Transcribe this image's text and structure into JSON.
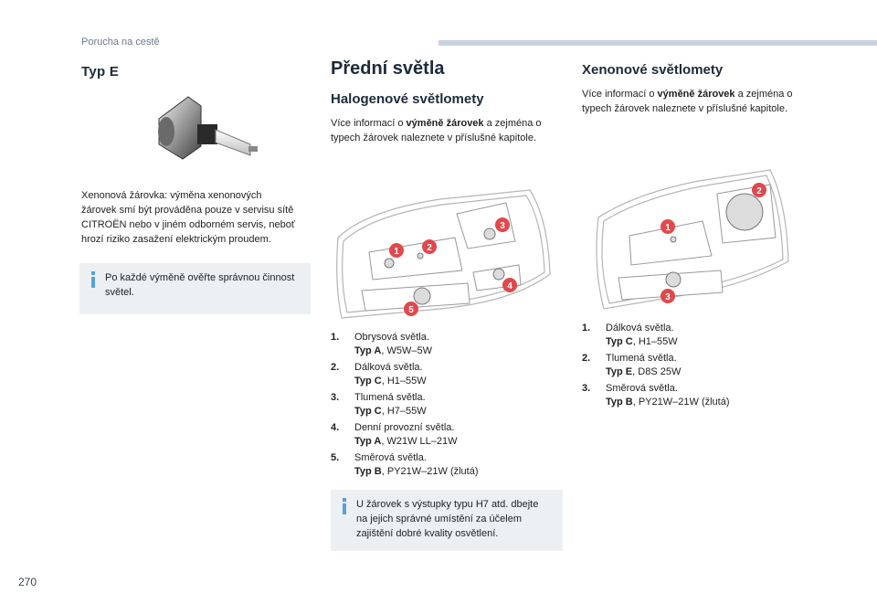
{
  "header": {
    "section": "Porucha na cestě",
    "page_number": "270"
  },
  "left": {
    "heading": "Typ E",
    "paragraph": "Xenonová žárovka: výměna xenonových žárovek smí být prováděna pouze v servisu sítě CITROËN nebo v jiném odborném servis, neboť hrozí riziko zasažení elektrickým proudem.",
    "paragraph_lines": [
      "Xenonová žárovka: výměna xenonových",
      "žárovek smí být prováděna pouze v servisu sítě",
      "CITROËN nebo v jiném odborném servis, neboť",
      "hrozí riziko zasažení elektrickým proudem."
    ],
    "note_lines": [
      "Po každé výměně ověřte správnou činnost",
      "světel."
    ]
  },
  "middle": {
    "heading": "Přední světla",
    "subheading": "Halogenové světlomety",
    "intro": {
      "line1_pre": "Více informací o ",
      "line1_bold": "výměně žárovek",
      "line1_post": " a zejména o",
      "line2": "typech žárovek naleznete v příslušné kapitole."
    },
    "badges": [
      "1",
      "2",
      "3",
      "4",
      "5"
    ],
    "items": [
      {
        "num": "1.",
        "name": "Obrysová světla.",
        "type": "Typ A",
        "spec": ", W5W–5W"
      },
      {
        "num": "2.",
        "name": "Dálková světla.",
        "type": "Typ C",
        "spec": ", H1–55W"
      },
      {
        "num": "3.",
        "name": "Tlumená světla.",
        "type": "Typ C",
        "spec": ", H7–55W"
      },
      {
        "num": "4.",
        "name": "Denní provozní světla.",
        "type": "Typ A",
        "spec": ", W21W LL–21W"
      },
      {
        "num": "5.",
        "name": "Směrová světla.",
        "type": "Typ B",
        "spec": ", PY21W–21W (žlutá)"
      }
    ],
    "note_lines": [
      "U žárovek s výstupky typu H7 atd. dbejte",
      "na jejich správné umístění za účelem",
      "zajištění dobré kvality osvětlení."
    ]
  },
  "right": {
    "subheading": "Xenonové světlomety",
    "intro": {
      "line1_pre": "Více informací o ",
      "line1_bold": "výměně žárovek",
      "line1_post": " a zejména o",
      "line2": "typech žárovek naleznete v příslušné kapitole."
    },
    "badges": [
      "1",
      "2",
      "3"
    ],
    "items": [
      {
        "num": "1.",
        "name": "Dálková světla.",
        "type": "Typ C",
        "spec": ", H1–55W"
      },
      {
        "num": "2.",
        "name": "Tlumená světla.",
        "type": "Typ E",
        "spec": ", D8S 25W"
      },
      {
        "num": "3.",
        "name": "Směrová světla.",
        "type": "Typ B",
        "spec": ", PY21W–21W (žlutá)"
      }
    ]
  },
  "colors": {
    "badge_red": "#e0484c",
    "note_bg": "#edf0f3",
    "note_mark": "#5aa0d8",
    "header_bar": "#c9d3e0"
  },
  "icons": [
    "xenon-bulb-icon",
    "info-mark-icon"
  ]
}
